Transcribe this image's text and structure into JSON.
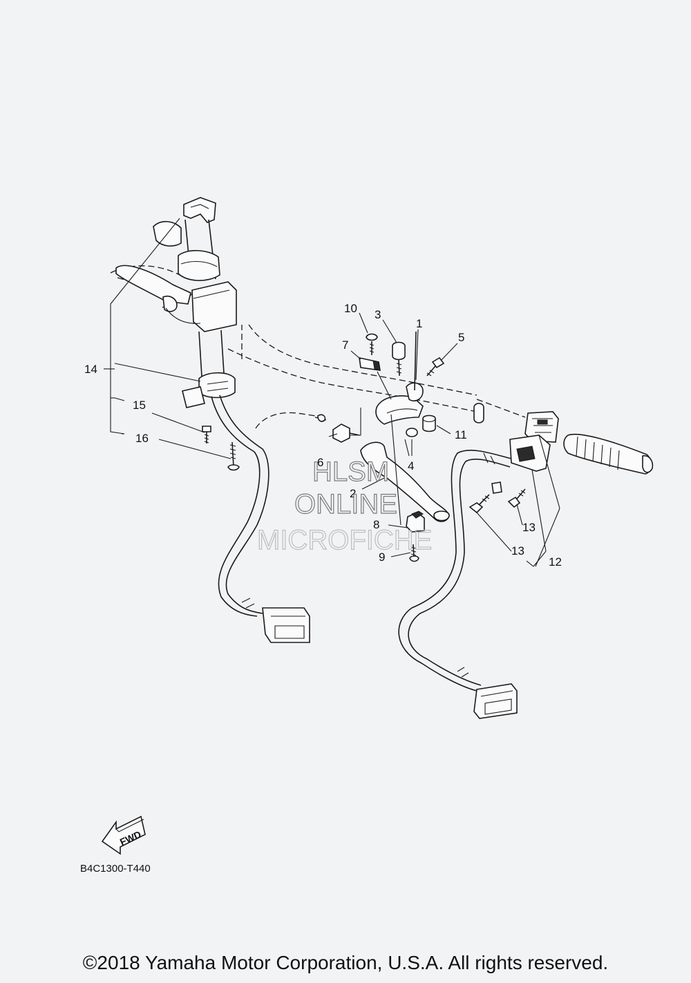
{
  "callouts": {
    "c1": "1",
    "c2": "2",
    "c3": "3",
    "c4": "4",
    "c5": "5",
    "c6": "6",
    "c7": "7",
    "c8": "8",
    "c9": "9",
    "c10": "10",
    "c11": "11",
    "c12": "12",
    "c13a": "13",
    "c13b": "13",
    "c14": "14",
    "c15": "15",
    "c16": "16"
  },
  "watermark": {
    "line1": "HLSM",
    "line2": "ONLINE",
    "line3": "MICROFICHE"
  },
  "fwd_label": "FWD",
  "diagram_code": "B4C1300-T440",
  "copyright": "©2018 Yamaha Motor Corporation, U.S.A. All rights reserved."
}
